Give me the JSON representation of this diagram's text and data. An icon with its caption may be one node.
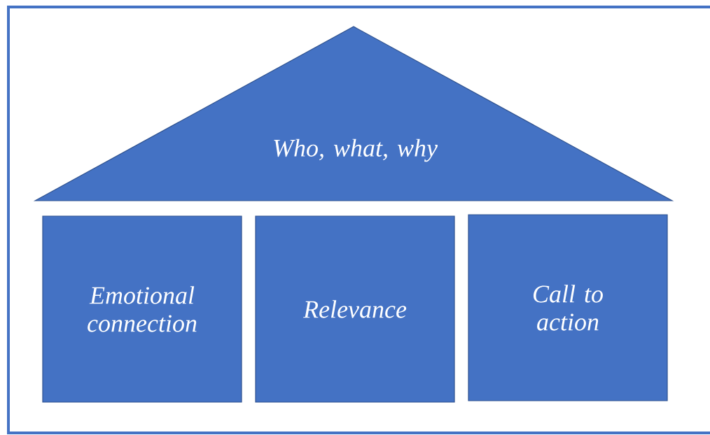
{
  "diagram": {
    "nodes": [
      {
        "text": [
          "Who, what, why"
        ]
      },
      {
        "text": [
          "Emotional connection"
        ]
      },
      {
        "text": [
          "Relevance"
        ]
      },
      {
        "text": [
          "Call to action"
        ]
      }
    ]
  }
}
